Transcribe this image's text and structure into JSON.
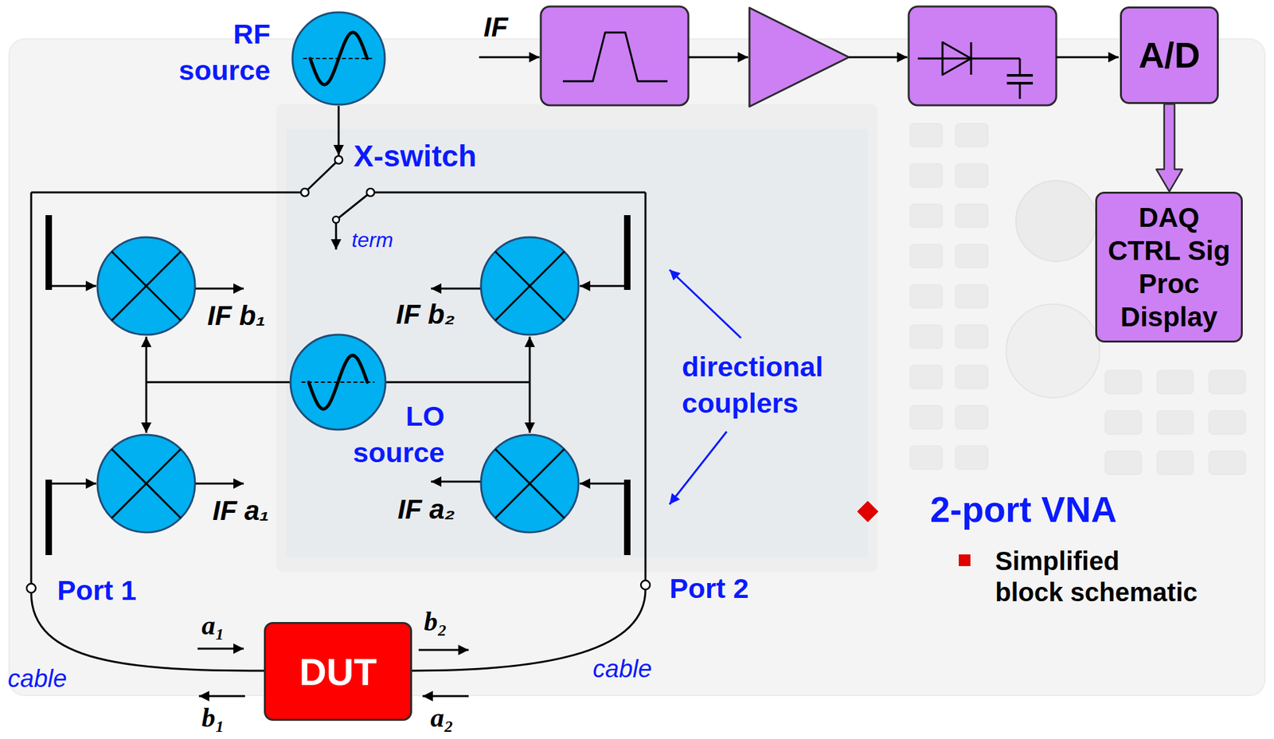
{
  "diagram": {
    "nodes": [
      {
        "text": [
          "RF source"
        ]
      },
      {
        "text": [
          "A/D"
        ]
      },
      {
        "text": [
          "DAQ CTRL Sig Proc Display"
        ]
      },
      {
        "text": [
          "LO source"
        ]
      },
      {
        "text": [
          "DUT"
        ]
      }
    ],
    "edges": [
      {
        "from": 1,
        "to": 2,
        "arrow": "to"
      }
    ],
    "labels": [
      "X-switch",
      "IF",
      "term",
      "IF b₁",
      "IF b₂",
      "IF a₁",
      "IF a₂",
      "directional couplers",
      "Port 1",
      "Port 2",
      "2-port VNA",
      "Simplified block schematic",
      "a₁",
      "b₂",
      "cable",
      "cable",
      "b₁",
      "a₂"
    ]
  }
}
